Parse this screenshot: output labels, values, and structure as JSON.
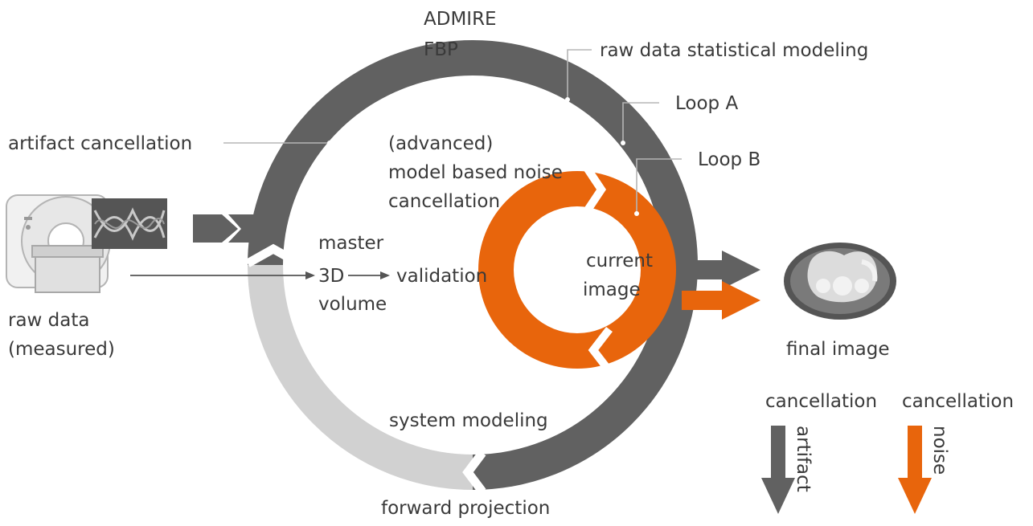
{
  "labels": {
    "admire": "ADMIRE",
    "fbp": "FBP",
    "raw_stat": "raw data statistical modeling",
    "loop_a": "Loop A",
    "loop_b": "Loop B",
    "artifact_cancellation": "artifact cancellation",
    "advanced_1": "(advanced)",
    "advanced_2": "model based noise",
    "advanced_3": "cancellation",
    "master": "master",
    "three_d": "3D",
    "volume": "volume",
    "validation": "validation",
    "current_1": "current",
    "current_2": "image",
    "raw_data_1": "raw data",
    "raw_data_2": "(measured)",
    "final_image": "final image",
    "system_modeling": "system modeling",
    "forward_projection": "forward projection",
    "legend_artifact_cancellation": "cancellation",
    "legend_artifact": "artifact",
    "legend_noise_cancellation": "cancellation",
    "legend_noise": "noise"
  },
  "colors": {
    "dark_gray": "#616161",
    "light_gray": "#d1d1d1",
    "orange": "#e8650c",
    "text": "#3a3a3a",
    "leader": "#b5b5b5"
  },
  "icons": {
    "scanner": "ct-scanner-icon",
    "sinogram": "sinogram-icon",
    "final_image": "ct-slice-icon"
  }
}
